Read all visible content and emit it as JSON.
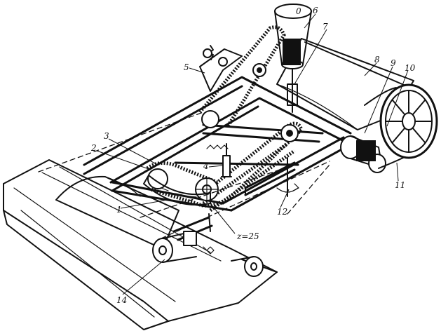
{
  "labels": {
    "l1": "1",
    "l2": "2",
    "l3": "3",
    "l4": "4",
    "l5": "5",
    "l6": "6",
    "l7": "7",
    "l8": "8",
    "l9": "9",
    "l10": "10",
    "l11": "11",
    "l12": "12",
    "l14": "14",
    "hopper_mark": "0",
    "sprocket_z": "z=25"
  }
}
